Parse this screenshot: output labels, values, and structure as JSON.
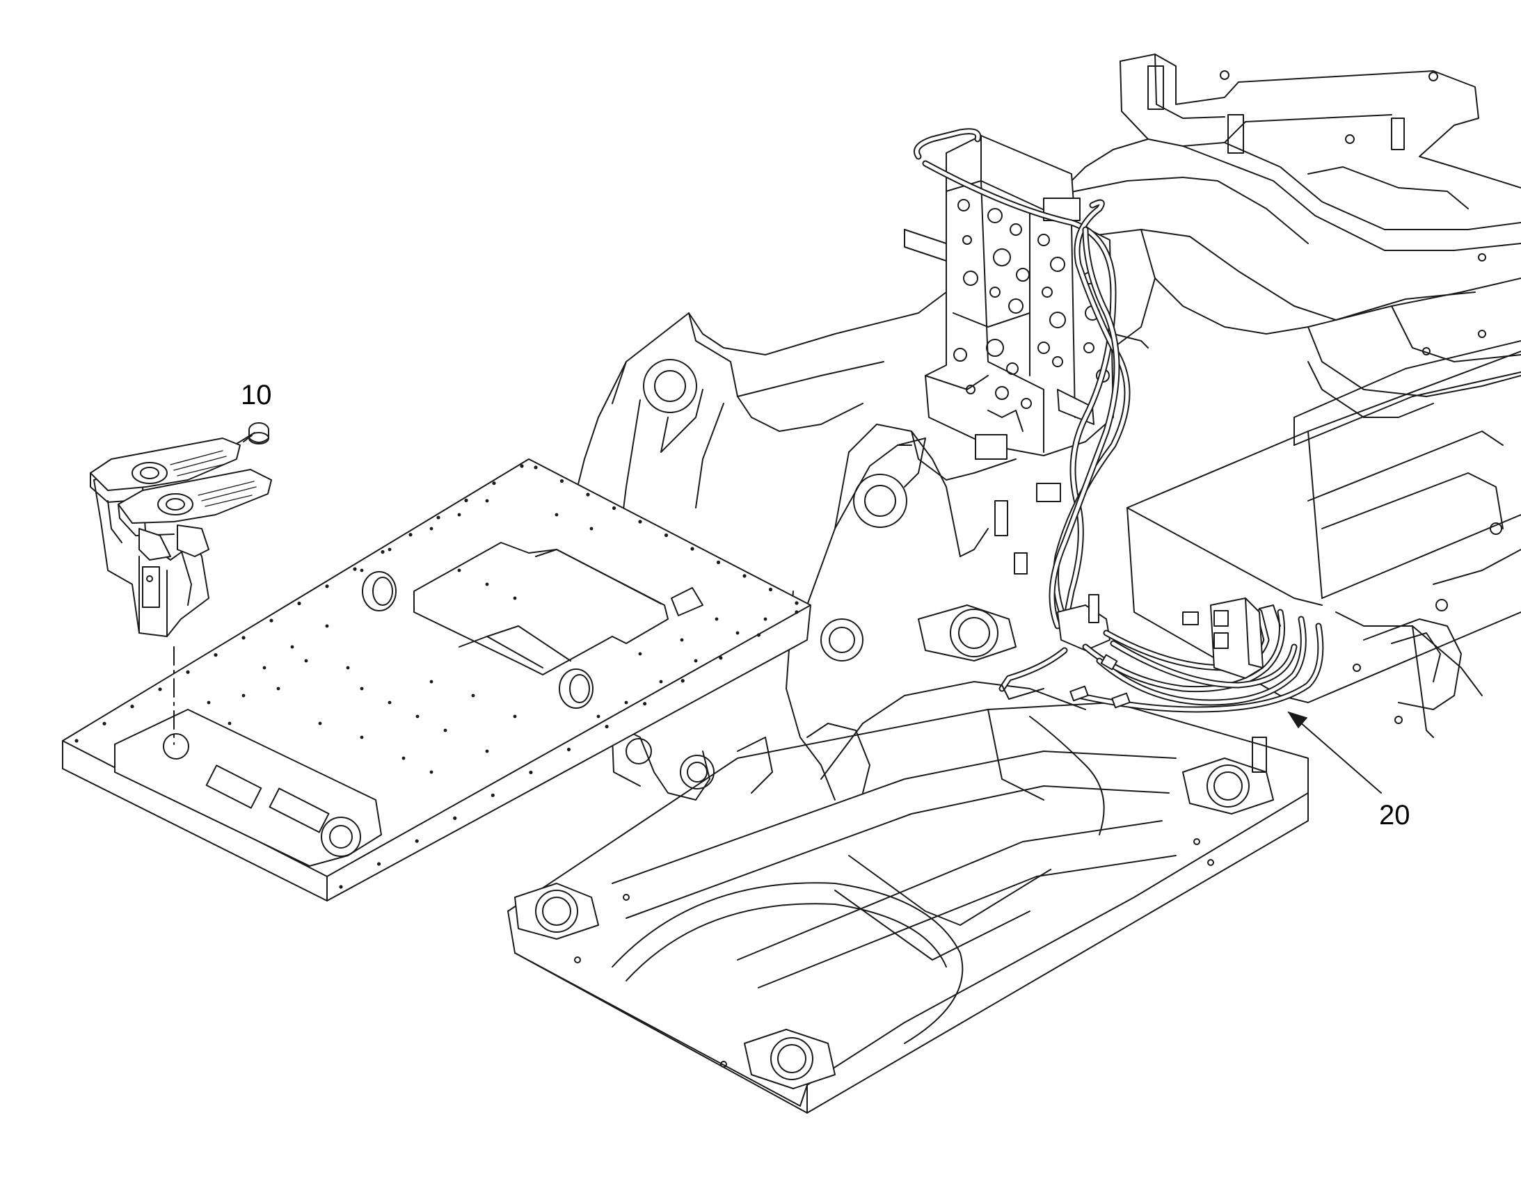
{
  "diagram": {
    "callouts": [
      {
        "id": "10",
        "label": "10",
        "part": "foot-pedal-assembly"
      },
      {
        "id": "20",
        "label": "20",
        "part": "hydraulic-hose-set"
      }
    ]
  }
}
